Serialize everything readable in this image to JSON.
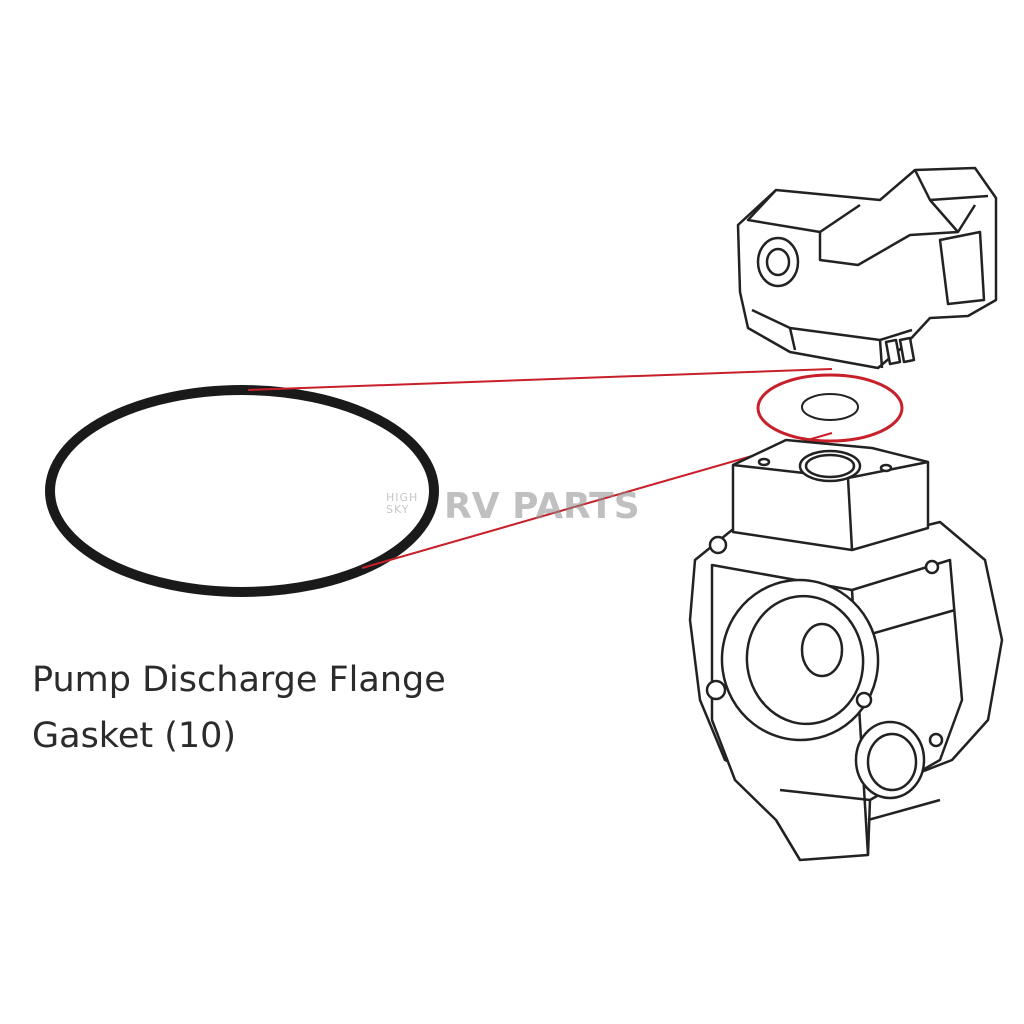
{
  "caption": {
    "line1": "Pump Discharge Flange",
    "line2": "Gasket (10)"
  },
  "watermark": {
    "small_line1": "HIGH",
    "small_line2": "SKY",
    "brand": "RV PARTS"
  },
  "colors": {
    "line_art": "#222222",
    "callout": "#c8202a",
    "gasket": "#1a1a1a",
    "caption_text": "#2b2b2b",
    "watermark": "#8e8e8e"
  }
}
